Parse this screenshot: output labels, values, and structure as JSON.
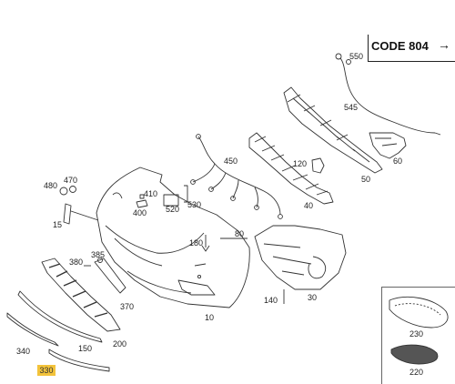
{
  "code_box": {
    "text": "CODE 804",
    "arrow": "→"
  },
  "labels": {
    "l550": "550",
    "l545": "545",
    "l60": "60",
    "l50": "50",
    "l120": "120",
    "l450": "450",
    "l40": "40",
    "l480": "480",
    "l470": "470",
    "l410": "410",
    "l400": "400",
    "l520": "520",
    "l530": "530",
    "l15": "15",
    "l180": "180",
    "l80": "80",
    "l385": "385",
    "l380": "380",
    "l370": "370",
    "l140": "140",
    "l30": "30",
    "l10": "10",
    "l200": "200",
    "l150": "150",
    "l340": "340",
    "l330": "330",
    "l230": "230",
    "l220": "220"
  }
}
